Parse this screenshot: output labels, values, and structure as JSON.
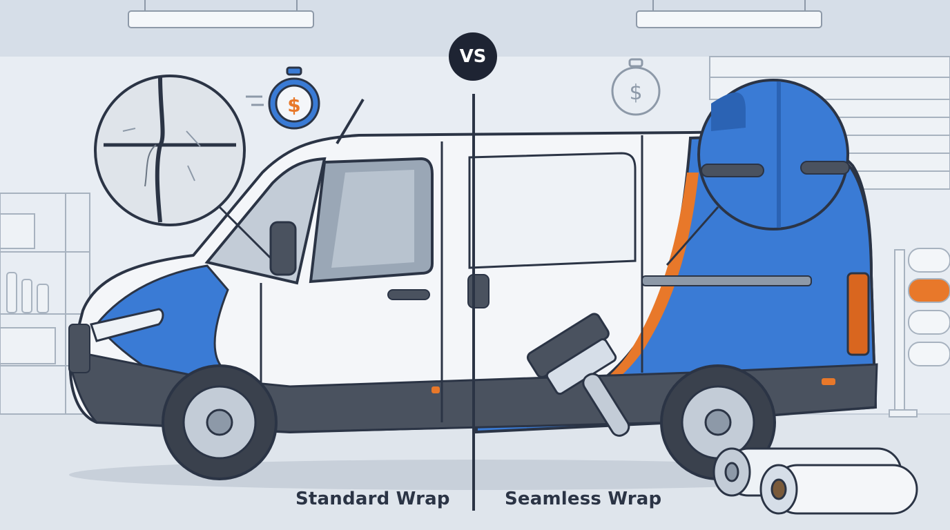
{
  "vs_badge": "VS",
  "labels": {
    "left": "Standard Wrap",
    "right": "Seamless Wrap"
  },
  "colors": {
    "background": "#e8edf3",
    "outline": "#2b3445",
    "van_white": "#f4f6f9",
    "wrap_blue": "#3a7bd5",
    "wrap_blue_dark": "#2b63b4",
    "accent_orange": "#e8782a",
    "body_dark": "#4a525f",
    "badge": "#1e2433"
  },
  "icons": [
    "stopwatch-dollar-icon-left",
    "stopwatch-dollar-icon-right",
    "squeegee-tool-icon",
    "vinyl-roll-icon"
  ]
}
